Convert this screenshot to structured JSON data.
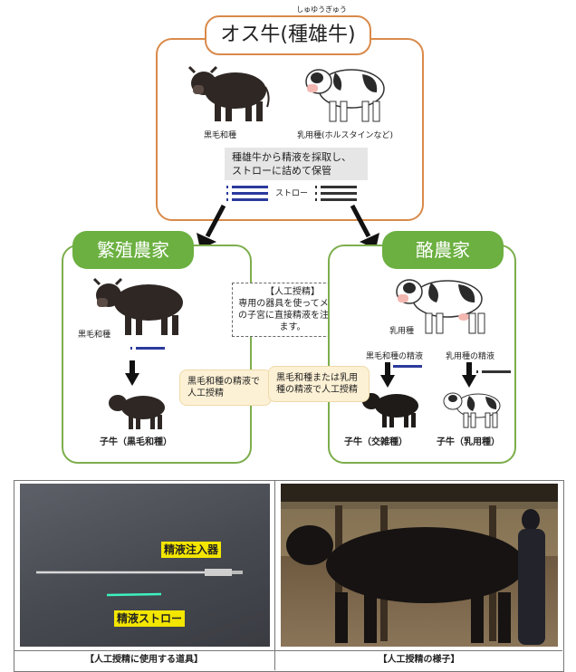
{
  "bull_section": {
    "title": "オス牛(種雄牛)",
    "title_ruby": "しゅゆうぎゅう",
    "breed_black": "黒毛和種",
    "breed_dairy": "乳用種(ホルスタインなど)",
    "note": "種雄牛から精液を採取し、ストローに詰めて保管",
    "straw_label": "ストロー"
  },
  "breeding_farm": {
    "title": "繁殖農家",
    "breed_label": "黒毛和種",
    "calf_label": "子牛（黒毛和種）",
    "bubble": "黒毛和種の精液で人工授精"
  },
  "dairy_farm": {
    "title": "酪農家",
    "breed_label": "乳用種",
    "semen_black": "黒毛和種の精液",
    "semen_dairy": "乳用種の精液",
    "calf_cross": "子牛（交雑種）",
    "calf_dairy": "子牛（乳用種）",
    "bubble": "黒毛和種または乳用種の精液で人工授精"
  },
  "ai_note": {
    "title": "【人工授精】",
    "body": "専用の器具を使ってメス牛の子宮に直接精液を注入します。"
  },
  "photos": {
    "left_tag_injector": "精液注入器",
    "left_tag_straw": "精液ストロー",
    "left_caption": "【人工授精に使用する道具】",
    "right_caption": "【人工授精の様子】"
  },
  "colors": {
    "orange": "#d98a4a",
    "green": "#6bb040",
    "bubble": "#fdf1d5",
    "tag_yellow": "#f3e600"
  }
}
